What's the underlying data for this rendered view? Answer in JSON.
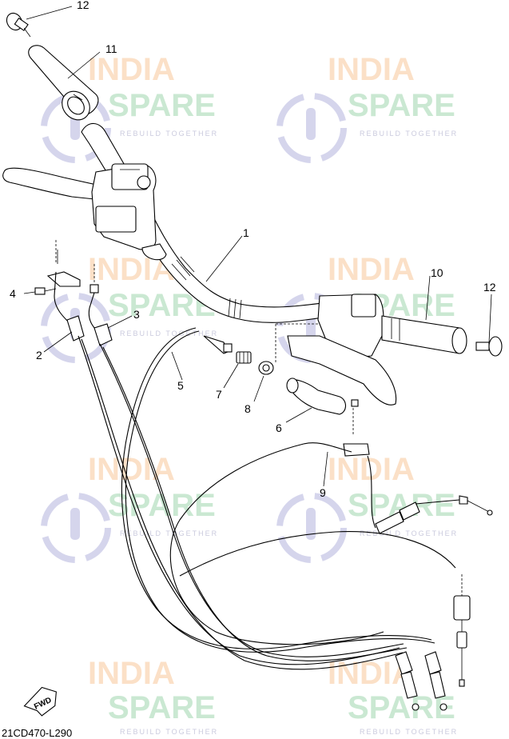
{
  "diagram_code": "21CD470-L290",
  "direction_marker": "FWD",
  "watermark": {
    "line1": "INDIA",
    "line2": "SPARE",
    "tagline": "REBUILD TOGETHER"
  },
  "callouts": [
    {
      "id": "1",
      "label": "1"
    },
    {
      "id": "2",
      "label": "2"
    },
    {
      "id": "3",
      "label": "3"
    },
    {
      "id": "4",
      "label": "4"
    },
    {
      "id": "5",
      "label": "5"
    },
    {
      "id": "6",
      "label": "6"
    },
    {
      "id": "7",
      "label": "7"
    },
    {
      "id": "8",
      "label": "8"
    },
    {
      "id": "9",
      "label": "9"
    },
    {
      "id": "10",
      "label": "10"
    },
    {
      "id": "11",
      "label": "11"
    },
    {
      "id": "12a",
      "label": "12"
    },
    {
      "id": "12b",
      "label": "12"
    }
  ],
  "colors": {
    "watermark_orange": "#f8c89a",
    "watermark_green": "#9fd7ae",
    "watermark_icon": "#b9b9e0"
  }
}
